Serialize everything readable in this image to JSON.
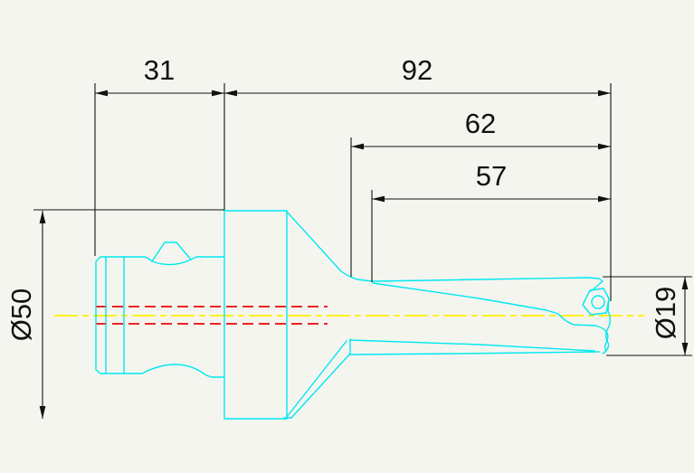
{
  "drawing": {
    "dimensions": {
      "shank_length": "31",
      "overall_length": "92",
      "flute_length": "62",
      "usable_length": "57",
      "shank_diameter": "Ø50",
      "drill_diameter": "Ø19"
    },
    "colors": {
      "background": "#f5f5f0",
      "geometry": "#00e8f0",
      "hidden": "#ee2222",
      "centerline": "#ffee00",
      "dimension": "#111111"
    }
  }
}
